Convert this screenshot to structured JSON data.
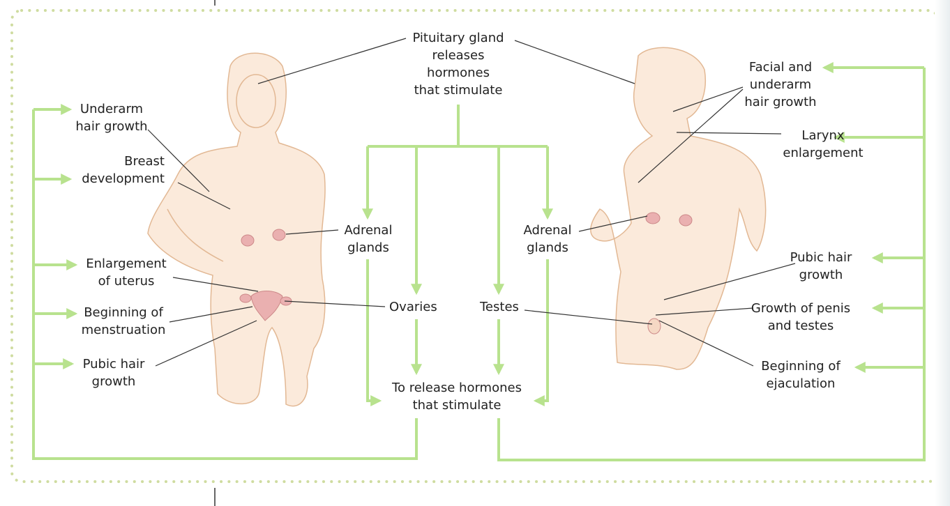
{
  "colors": {
    "arrow_green": "#b8e28e",
    "border_dots": "#cfdca0",
    "skin": "#fbeadb",
    "skin_outline": "#e2b894",
    "gland": "#eab0b0",
    "leader": "#333333"
  },
  "center": {
    "pituitary": [
      "Pituitary gland",
      "releases",
      "hormones",
      "that stimulate"
    ],
    "adrenal_left": [
      "Adrenal",
      "glands"
    ],
    "adrenal_right": [
      "Adrenal",
      "glands"
    ],
    "ovaries": "Ovaries",
    "testes": "Testes",
    "release": [
      "To release hormones",
      "that stimulate"
    ]
  },
  "female": {
    "underarm": [
      "Underarm",
      "hair growth"
    ],
    "breast": [
      "Breast",
      "development"
    ],
    "uterus": [
      "Enlargement",
      "of uterus"
    ],
    "menstruation": [
      "Beginning of",
      "menstruation"
    ],
    "pubic": [
      "Pubic hair",
      "growth"
    ]
  },
  "male": {
    "facial": [
      "Facial and",
      "underarm",
      "hair growth"
    ],
    "larynx": [
      "Larynx",
      "enlargement"
    ],
    "pubic": [
      "Pubic hair",
      "growth"
    ],
    "penis": [
      "Growth of penis",
      "and testes"
    ],
    "ejaculation": [
      "Beginning of",
      "ejaculation"
    ]
  }
}
